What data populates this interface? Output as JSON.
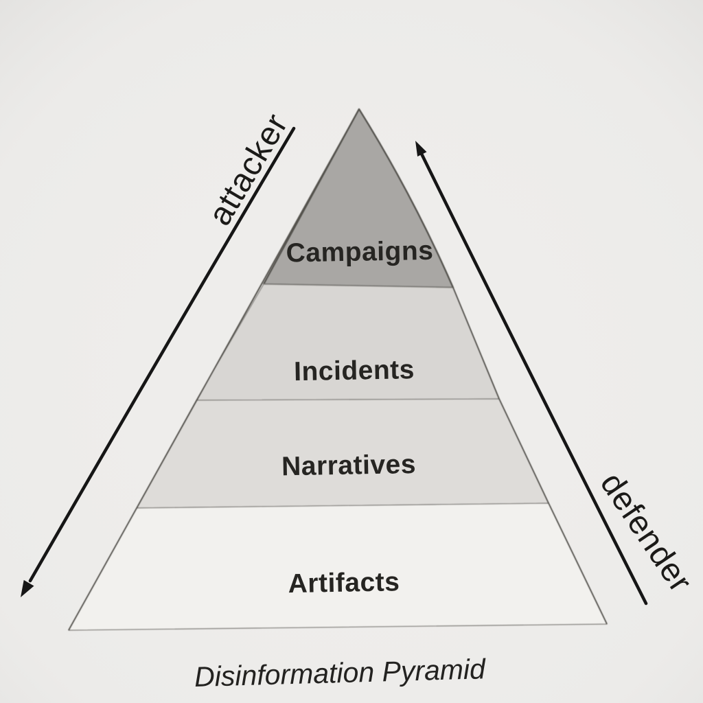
{
  "caption": "Disinformation Pyramid",
  "pyramid": {
    "tiers": [
      {
        "label": "Campaigns",
        "fill": "#a9a7a4"
      },
      {
        "label": "Incidents",
        "fill": "#d8d6d3"
      },
      {
        "label": "Narratives",
        "fill": "#dedcd9"
      },
      {
        "label": "Artifacts",
        "fill": "#f2f1ee"
      }
    ]
  },
  "sides": {
    "attacker": {
      "label": "attacker",
      "arrow_direction": "down-left"
    },
    "defender": {
      "label": "defender",
      "arrow_direction": "up-toward-apex"
    }
  },
  "colors": {
    "background": "#eeedeb",
    "outline": "#54524e",
    "divider": "#8b8985",
    "arrow": "#161616",
    "text": "#262522"
  }
}
